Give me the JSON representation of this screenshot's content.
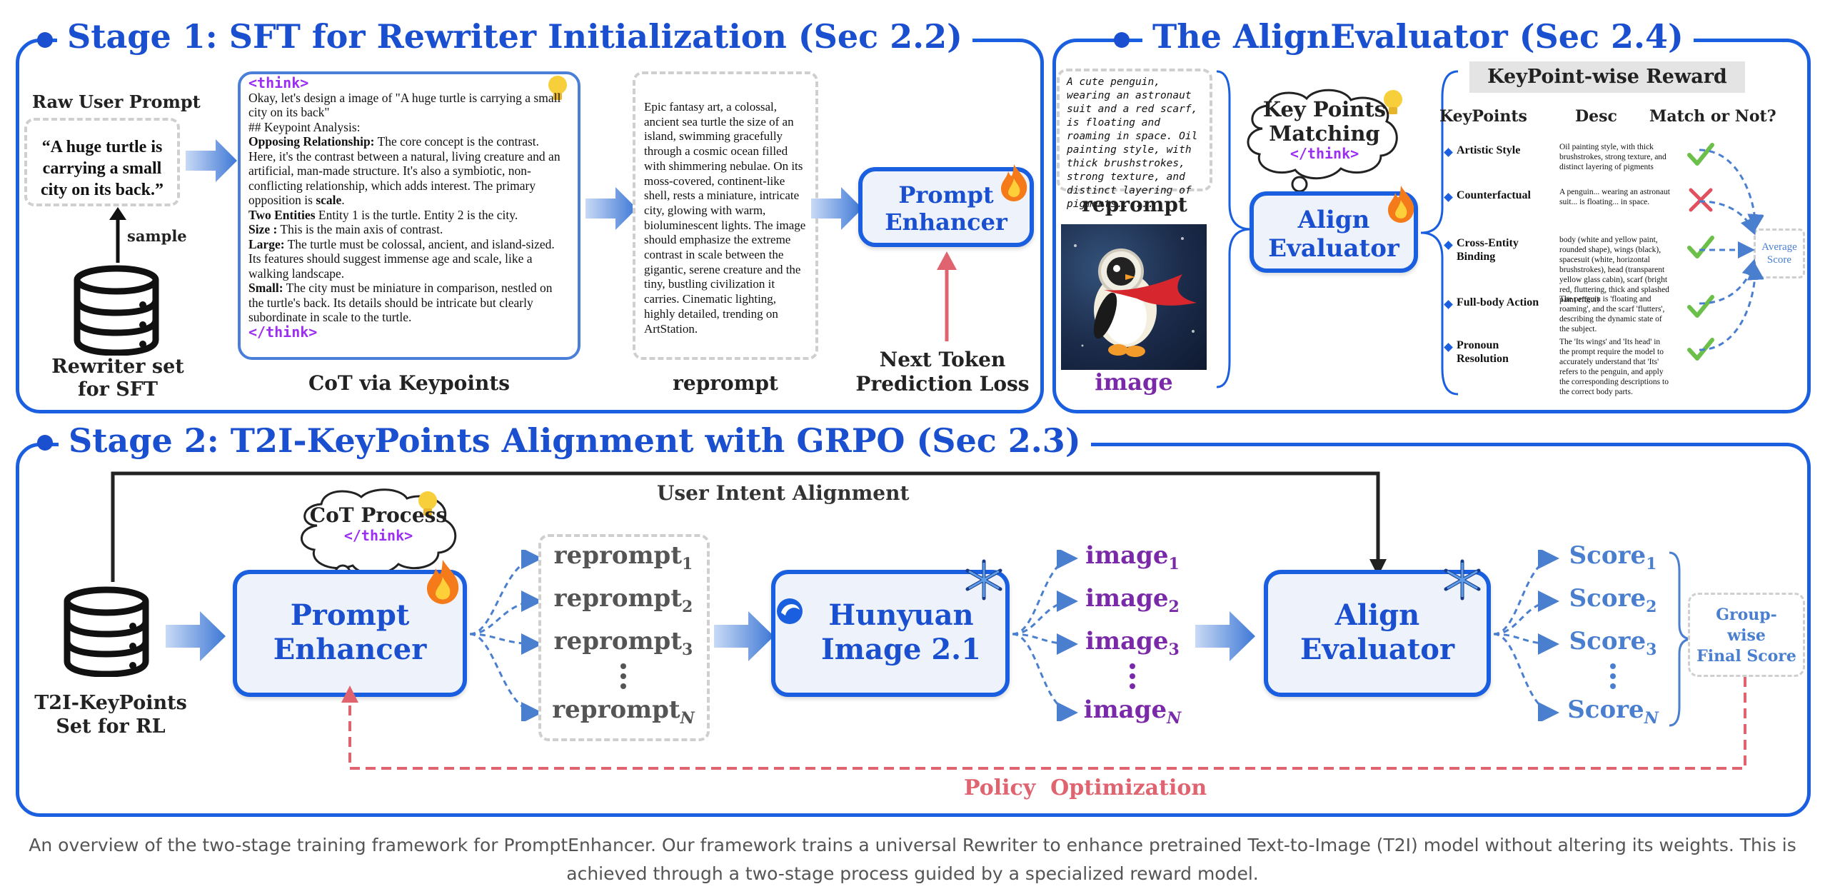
{
  "stage1": {
    "title": "Stage 1: SFT for Rewriter Initialization (Sec 2.2)",
    "raw_prompt_label": "Raw User Prompt",
    "raw_prompt_text": "“A huge turtle is carrying a small city on its back.”",
    "sample_label": "sample",
    "rewriter_label_1": "Rewriter set",
    "rewriter_label_2": "for  SFT",
    "cot_caption": "CoT via Keypoints",
    "think_open": "<think>",
    "think_close": "</think>",
    "cot_lines": {
      "l1": "Okay, let's design a image of \"A huge turtle is carrying a small city on its back\"",
      "l2": "## Keypoint Analysis:",
      "opp_label": "Opposing Relationship:",
      "opp_text": " The core concept is the contrast. Here, it's the contrast between a natural, living creature and an artificial, man-made structure. It's also a symbiotic, non-conflicting relationship, which adds interest. The primary opposition is ",
      "opp_scale": "scale",
      "opp_end": ".",
      "two_label": "Two Entities",
      "two_text": " Entity 1 is the turtle. Entity 2 is the city.",
      "size_label": "Size :",
      "size_text": " This is the main axis of contrast.",
      "large_label": "Large:",
      "large_text": " The turtle must be colossal, ancient, and island-sized. Its features should suggest immense age and scale, like a walking landscape.",
      "small_label": "Small:",
      "small_text": " The city must be miniature in comparison, nestled on the turtle's back. Its details should be intricate but clearly subordinate in scale to the turtle."
    },
    "reprompt_text": "Epic fantasy art, a colossal, ancient sea turtle the size of an island, swimming gracefully through a cosmic ocean filled with shimmering nebulae. On its moss-covered, continent-like shell, rests a miniature, intricate city, glowing with warm, bioluminescent lights. The image should emphasize the extreme contrast in scale between the gigantic, serene creature and the tiny, bustling civilization it carries. Cinematic lighting, highly detailed, trending on ArtStation.",
    "reprompt_caption": "reprompt",
    "enhancer_1": "Prompt",
    "enhancer_2": "Enhancer",
    "loss_1": "Next Token",
    "loss_2": "Prediction Loss"
  },
  "evaluator": {
    "title": "The AlignEvaluator (Sec 2.4)",
    "penguin_text": "A cute penguin, wearing an astronaut suit and a red scarf, is floating and roaming in space. Oil painting style, with thick brushstrokes, strong texture, and distinct layering of pigments......",
    "reprompt_label": "reprompt",
    "image_label": "image",
    "bubble_1": "Key Points",
    "bubble_2": "Matching",
    "bubble_think": "</think>",
    "align_1": "Align",
    "align_2": "Evaluator",
    "reward_title": "KeyPoint-wise Reward",
    "col_kp": "KeyPoints",
    "col_desc": "Desc",
    "col_match": "Match or Not?",
    "avg_1": "Average",
    "avg_2": "Score",
    "rows": [
      {
        "name": "Artistic Style",
        "desc": "Oil painting style, with thick brushstrokes, strong texture, and distinct layering of pigments",
        "match": true
      },
      {
        "name": "Counterfactual",
        "desc": "A penguin... wearing an astronaut suit... is floating... in space.",
        "match": false
      },
      {
        "name": "Cross-Entity Binding",
        "desc": "body (white and yellow paint, rounded shape), wings (black), spacesuit (white, horizontal brushstrokes), head (transparent yellow glass cabin), scarf (bright red, fluttering, thick and splashed paint effect)",
        "match": true
      },
      {
        "name": "Full-body Action",
        "desc": "The penguin is 'floating and roaming', and the scarf 'flutters', describing the dynamic state of the subject.",
        "match": true
      },
      {
        "name": "Pronoun Resolution",
        "desc": "The 'Its wings' and 'Its head' in the prompt require the model to accurately understand that 'Its' refers to the penguin, and apply the corresponding descriptions to the correct body parts.",
        "match": true
      }
    ]
  },
  "stage2": {
    "title": "Stage 2: T2I-KeyPoints Alignment with GRPO (Sec 2.3)",
    "intent_label": "User Intent Alignment",
    "dataset_1": "T2I-KeyPoints",
    "dataset_2": "Set for RL",
    "cot_bubble": "CoT Process",
    "cot_think": "</think>",
    "enhancer_1": "Prompt",
    "enhancer_2": "Enhancer",
    "reprompt_word": "reprompt",
    "hunyuan_1": "Hunyuan",
    "hunyuan_2": "Image 2.1",
    "image_word": "image",
    "align_1": "Align",
    "align_2": "Evaluator",
    "score_word": "Score",
    "subs": [
      "1",
      "2",
      "3",
      "N"
    ],
    "group_1": "Group-",
    "group_2": "wise",
    "group_3": "Final Score",
    "policy_label": "Policy  Optimization"
  },
  "caption": {
    "line1": "An overview of the two-stage training framework for PromptEnhancer. Our framework trains a universal Rewriter to enhance pretrained Text-to-Image (T2I) model without altering its weights. This is",
    "line2": "achieved through a two-stage process guided by a specialized reward model."
  },
  "colors": {
    "primary_blue": "#1a5fe0",
    "title_blue": "#1a4fd0",
    "purple": "#7a2aa8",
    "think_purple": "#9b2ef2",
    "policy_red": "#e06470",
    "score_blue": "#4a7fd0"
  }
}
